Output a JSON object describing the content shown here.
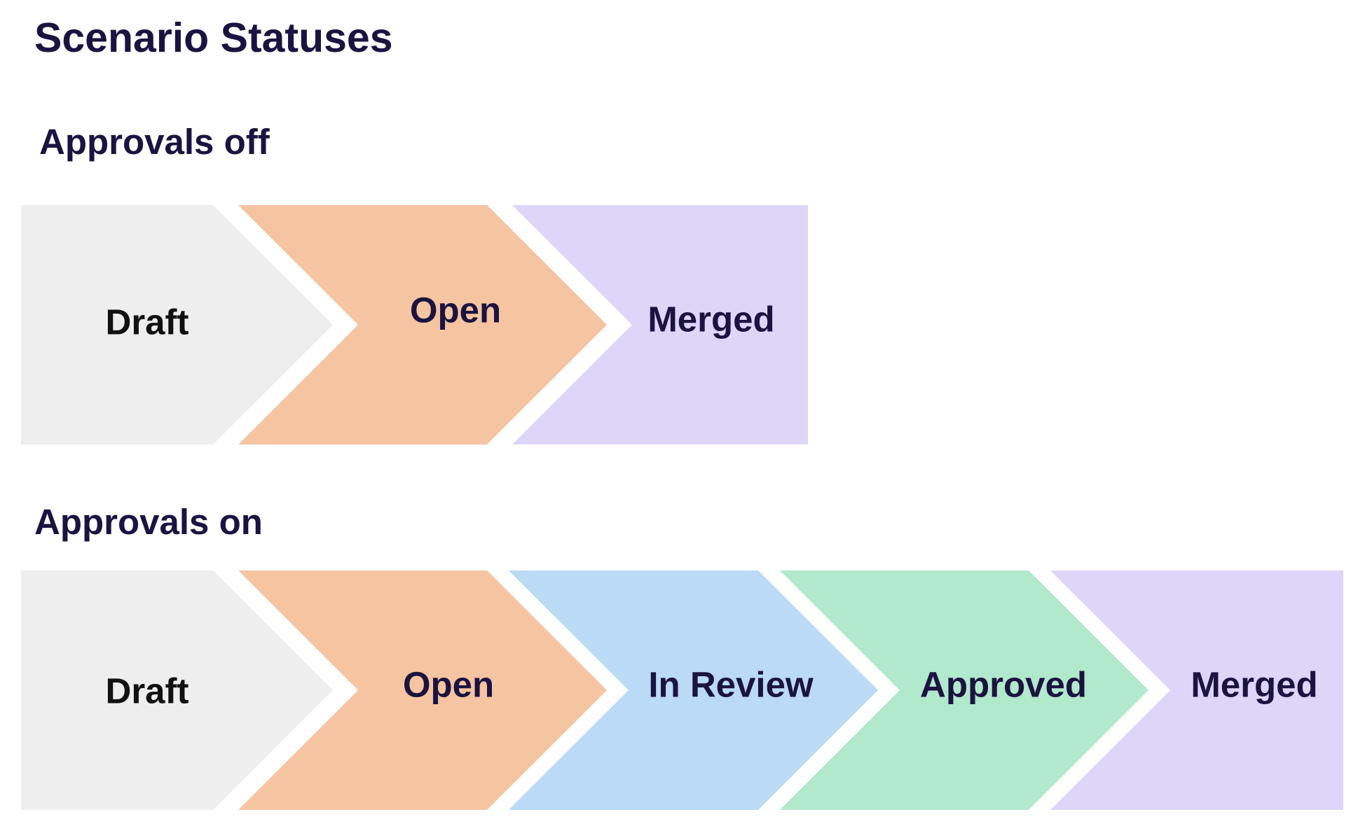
{
  "title": "Scenario Statuses",
  "colors": {
    "text_dark": "#1b1340",
    "text_black": "#111111",
    "draft": "#eeeeee",
    "open": "#f5c4a1",
    "in_review": "#badaf5",
    "approved": "#b1e9cc",
    "merged": "#ded6f9"
  },
  "sections": [
    {
      "title": "Approvals off",
      "steps": [
        {
          "label": "Draft",
          "color": "#eeeeee",
          "text_color": "#111111"
        },
        {
          "label": "Open",
          "color": "#f5c4a1",
          "text_color": "#1b1340"
        },
        {
          "label": "Merged",
          "color": "#ded6f9",
          "text_color": "#1b1340"
        }
      ]
    },
    {
      "title": "Approvals on",
      "steps": [
        {
          "label": "Draft",
          "color": "#eeeeee",
          "text_color": "#111111"
        },
        {
          "label": "Open",
          "color": "#f5c4a1",
          "text_color": "#1b1340"
        },
        {
          "label": "In Review",
          "color": "#badaf5",
          "text_color": "#1b1340"
        },
        {
          "label": "Approved",
          "color": "#b1e9cc",
          "text_color": "#1b1340"
        },
        {
          "label": "Merged",
          "color": "#ded6f9",
          "text_color": "#1b1340"
        }
      ]
    }
  ]
}
